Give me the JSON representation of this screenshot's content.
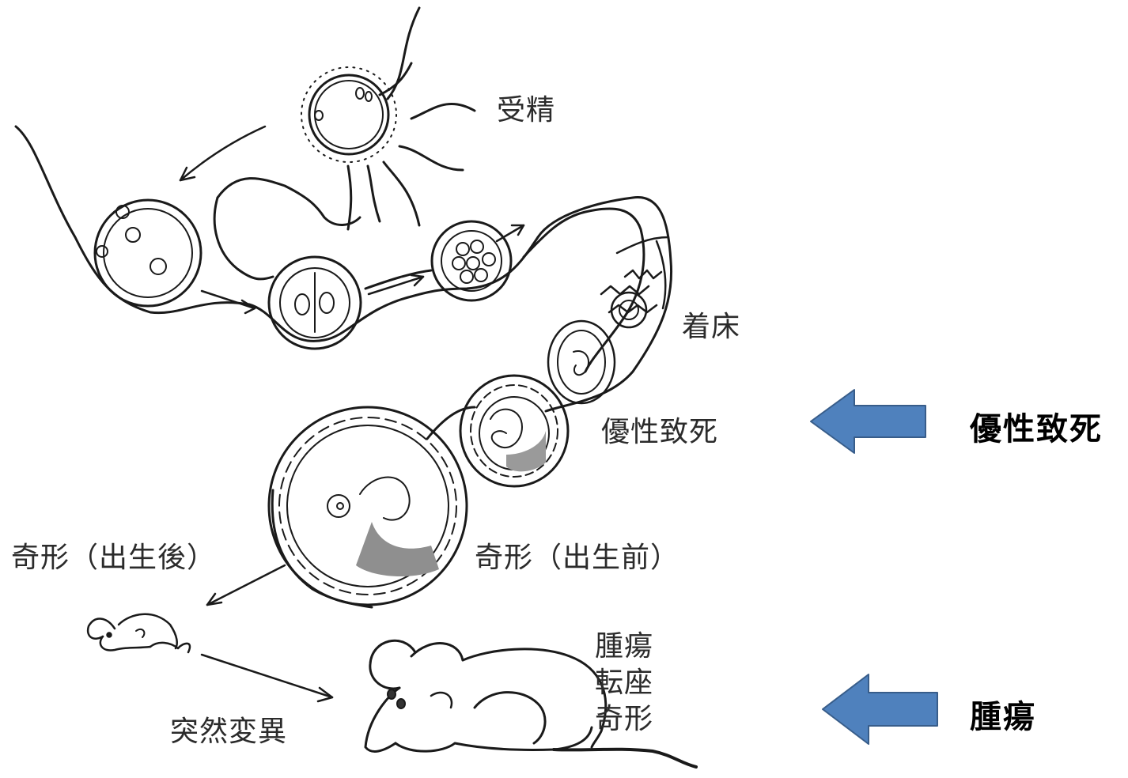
{
  "labels": {
    "fertilization": "受精",
    "implantation": "着床",
    "dominant_lethal": "優性致死",
    "malformation_prenatal": "奇形（出生前）",
    "malformation_postnatal": "奇形（出生後）",
    "mutation": "突然変異",
    "adult_effects": [
      "腫瘍",
      "転座",
      "奇形"
    ]
  },
  "callouts": [
    {
      "text": "優性致死",
      "arrow_color": "#4f81bd"
    },
    {
      "text": "腫瘍",
      "arrow_color": "#4f81bd"
    }
  ]
}
